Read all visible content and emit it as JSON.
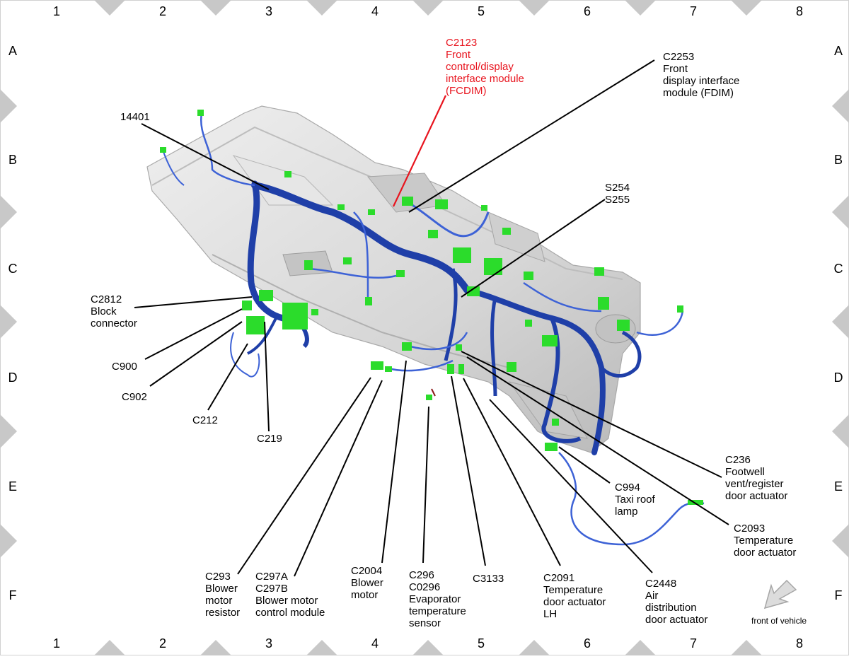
{
  "grid": {
    "columns": [
      "1",
      "2",
      "3",
      "4",
      "5",
      "6",
      "7",
      "8"
    ],
    "rows": [
      "A",
      "B",
      "C",
      "D",
      "E",
      "F"
    ]
  },
  "colors": {
    "border_marker": "#c8c8c8",
    "harness": "#1f3fa8",
    "harness_light": "#3d62d6",
    "connector": "#2bdc2b",
    "dash_body": "#d4d4d4",
    "highlight_label": "#e8141e",
    "leader": "#000000"
  },
  "labels": {
    "c2123": [
      "C2123",
      "Front",
      "control/display",
      "interface module",
      "(FCDIM)"
    ],
    "c2253": [
      "C2253",
      "Front",
      "display interface",
      "module (FDIM)"
    ],
    "p14401": [
      "14401"
    ],
    "s254": [
      "S254",
      "S255"
    ],
    "c2812": [
      "C2812",
      "Block",
      "connector"
    ],
    "c900": [
      "C900"
    ],
    "c902": [
      "C902"
    ],
    "c212": [
      "C212"
    ],
    "c219": [
      "C219"
    ],
    "c293": [
      "C293",
      "Blower",
      "motor",
      "resistor"
    ],
    "c297": [
      "C297A",
      "C297B",
      "Blower motor",
      "control module"
    ],
    "c2004": [
      "C2004",
      "Blower",
      "motor"
    ],
    "c296": [
      "C296",
      "C0296",
      "Evaporator",
      "temperature",
      "sensor"
    ],
    "c3133": [
      "C3133"
    ],
    "c2091": [
      "C2091",
      "Temperature",
      "door actuator",
      "LH"
    ],
    "c2448": [
      "C2448",
      "Air",
      "distribution",
      "door actuator"
    ],
    "c994": [
      "C994",
      "Taxi roof",
      "lamp"
    ],
    "c236": [
      "C236",
      "Footwell",
      "vent/register",
      "door actuator"
    ],
    "c2093": [
      "C2093",
      "Temperature",
      "door actuator"
    ]
  },
  "orientation": {
    "label": "front of vehicle",
    "icon": "arrow-down-left-icon"
  }
}
